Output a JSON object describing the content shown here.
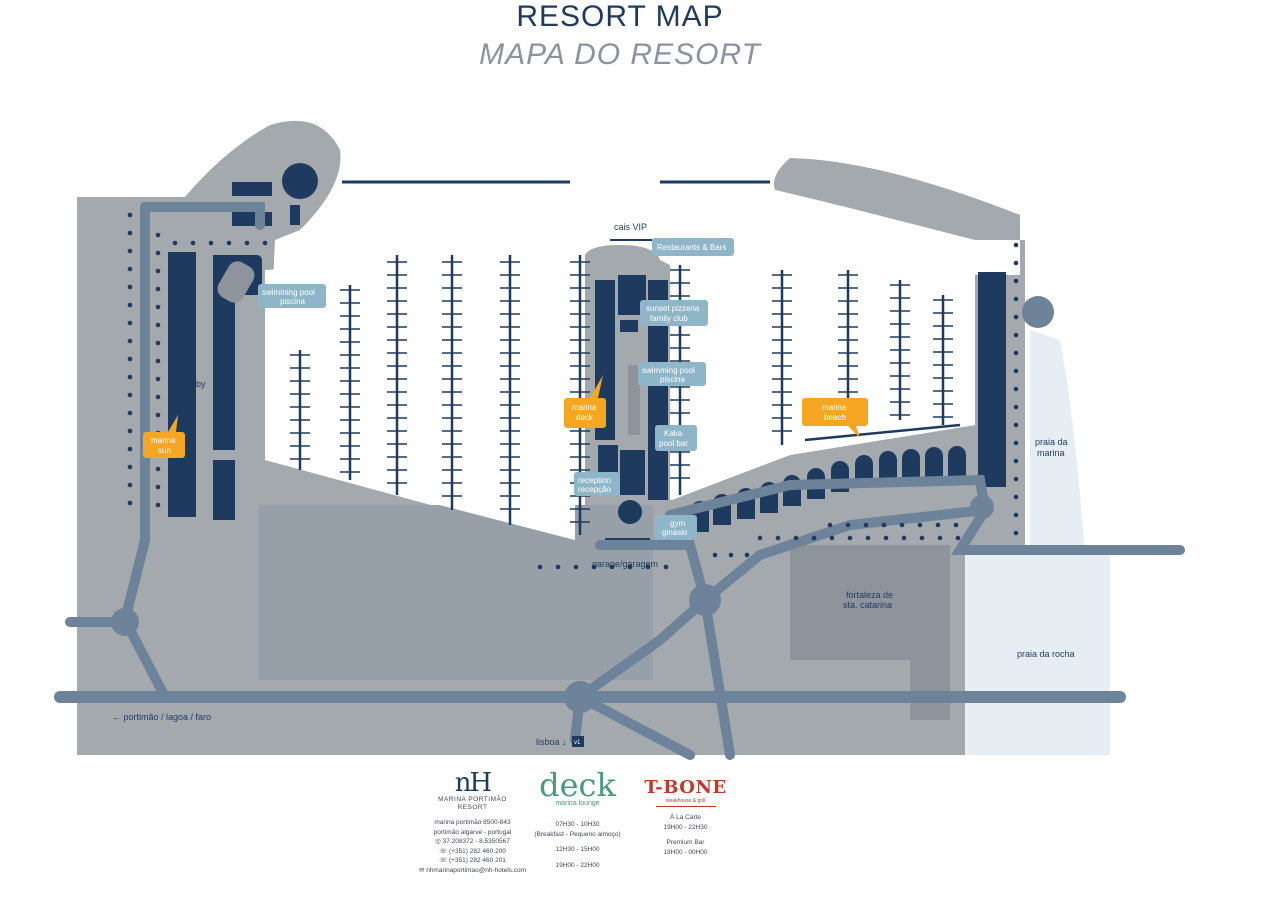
{
  "title": {
    "en": "RESORT MAP",
    "pt": "MAPA DO RESORT"
  },
  "labels": {
    "cais_vip": "cais VIP",
    "restaurants": "Restaurants & Bars",
    "sunset_pizzeria": "sunset pizzeria",
    "family_club": "family club",
    "pool_left_1": "swimming pool",
    "pool_left_2": "piscina",
    "pool_mid_1": "swimming pool",
    "pool_mid_2": "piscina",
    "lobby": "lobby",
    "marina_sun_1": "marina",
    "marina_sun_2": "sun",
    "marina_deck_1": "marina",
    "marina_deck_2": "deck",
    "marina_beach_1": "marina",
    "marina_beach_2": "beach",
    "kaka_1": "Kaka",
    "kaka_2": "pool bar",
    "reception_1": "reception",
    "reception_2": "recepção",
    "gym_1": "gym",
    "gym_2": "ginásio",
    "garage": "garage/garagem",
    "fortaleza_1": "fortaleza de",
    "fortaleza_2": "sta. catarina",
    "praia_marina_1": "praia da",
    "praia_marina_2": "marina",
    "praia_rocha": "praia da rocha",
    "portimao": "← portimão / lagoa / faro",
    "lisboa": "lisboa ↓",
    "route": "v1"
  },
  "footer": {
    "nh": {
      "logo": "nH",
      "name1": "MARINA PORTIMÃO",
      "name2": "RESORT",
      "lines": [
        "marina portimão 8500-843",
        "portimão algarve - portugal",
        "◎ 37.208372 - 8.5350567",
        "☏ (+351) 282 460 200",
        "☏ (+351) 282 460 201",
        "✉ nhmarinaportimao@nh-hotels.com"
      ]
    },
    "deck": {
      "logo": "deck",
      "sub": "marina lounge",
      "lines": [
        "07H30 - 10H30",
        "(Breakfast - Pequeno almoço)",
        "",
        "12H30 - 15H00",
        "",
        "19H00 - 22H00"
      ]
    },
    "tbone": {
      "logo": "T-BONE",
      "sub": "steakhouse & grill",
      "lines": [
        "À La Carte",
        "19H00 - 22H30",
        "",
        "Premium Bar",
        "18H00 - 00H00"
      ]
    }
  },
  "colors": {
    "land": "#a4a9ae",
    "land_dark": "#8d949b",
    "sea_light": "#e6edf3",
    "building": "#1f3a5f",
    "road": "#6d8399",
    "bubble": "#8fb6c8",
    "highlight": "#f5a623"
  }
}
